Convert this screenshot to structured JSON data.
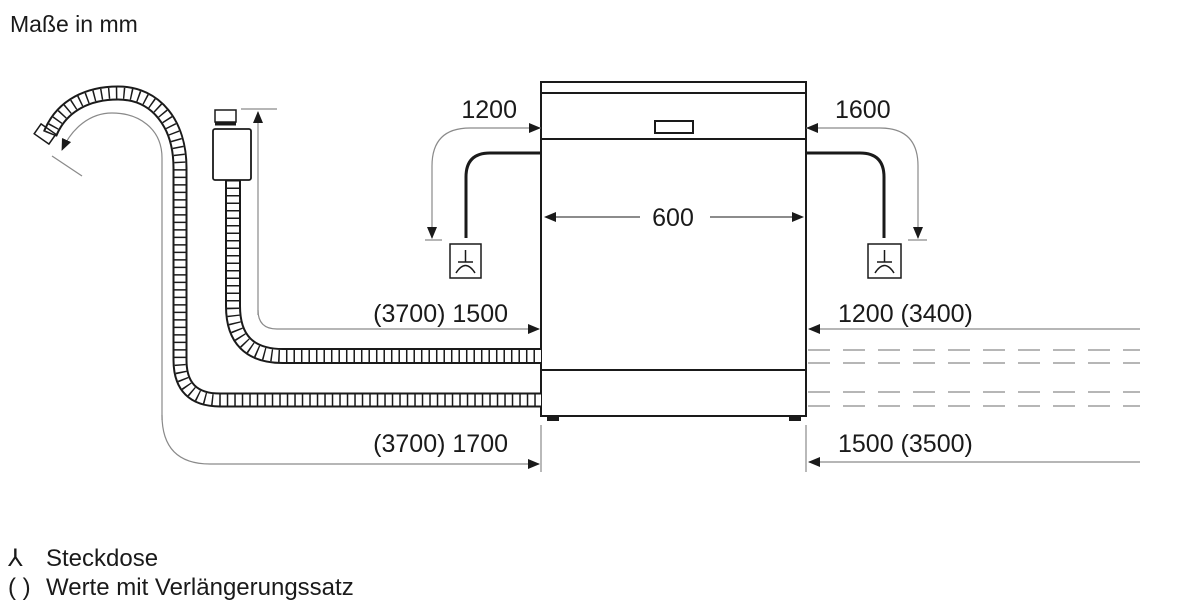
{
  "title": "Maße in mm",
  "dimensions": {
    "power_cord_left": "1200",
    "power_cord_right": "1600",
    "width": "600",
    "inlet_left": "(3700) 1500",
    "inlet_right": "1200 (3400)",
    "drain_left": "(3700) 1700",
    "drain_right": "1500 (3500)"
  },
  "legend": {
    "socket_symbol": "⅄",
    "socket_label": "Steckdose",
    "extension_symbol": "( )",
    "extension_label": "Werte mit Verlängerungssatz"
  },
  "colors": {
    "line": "#1a1a1a",
    "dimension": "#8a8a8a"
  }
}
